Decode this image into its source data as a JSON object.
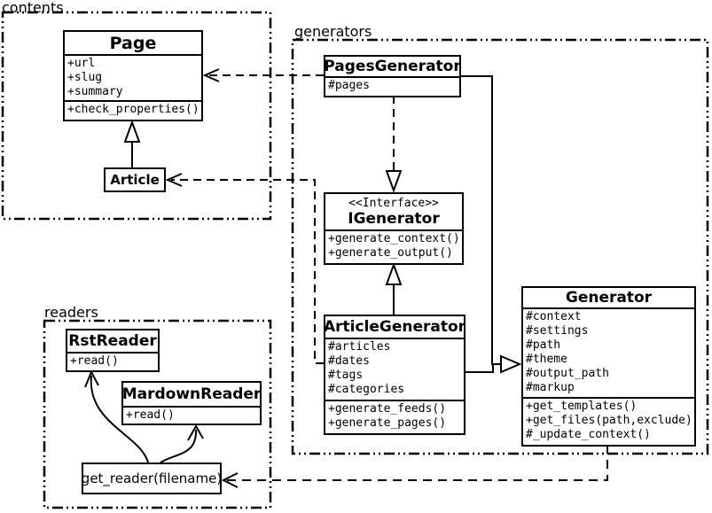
{
  "colors": {
    "line": "#000000",
    "background": "#ffffff"
  },
  "packages": {
    "contents": {
      "label": "contents"
    },
    "generators": {
      "label": "generators"
    },
    "readers": {
      "label": "readers"
    }
  },
  "classes": {
    "page": {
      "name": "Page",
      "attributes": [
        "+url",
        "+slug",
        "+summary"
      ],
      "methods": [
        "+check_properties()"
      ]
    },
    "article": {
      "name": "Article"
    },
    "pagesGenerator": {
      "name": "PagesGenerator",
      "attributes": [
        "#pages"
      ]
    },
    "igenerator": {
      "stereotype": "<<Interface>>",
      "name": "IGenerator",
      "methods": [
        "+generate_context()",
        "+generate_output()"
      ]
    },
    "articleGenerator": {
      "name": "ArticleGenerator",
      "attributes": [
        "#articles",
        "#dates",
        "#tags",
        "#categories"
      ],
      "methods": [
        "+generate_feeds()",
        "+generate_pages()"
      ]
    },
    "generator": {
      "name": "Generator",
      "attributes": [
        "#context",
        "#settings",
        "#path",
        "#theme",
        "#output_path",
        "#markup"
      ],
      "methods": [
        "+get_templates()",
        "+get_files(path,exclude)",
        "#_update_context()"
      ]
    },
    "rstReader": {
      "name": "RstReader",
      "methods": [
        "+read()"
      ]
    },
    "mardownReader": {
      "name": "MardownReader",
      "methods": [
        "+read()"
      ]
    },
    "getReader": {
      "name": "get_reader(filename)"
    }
  }
}
